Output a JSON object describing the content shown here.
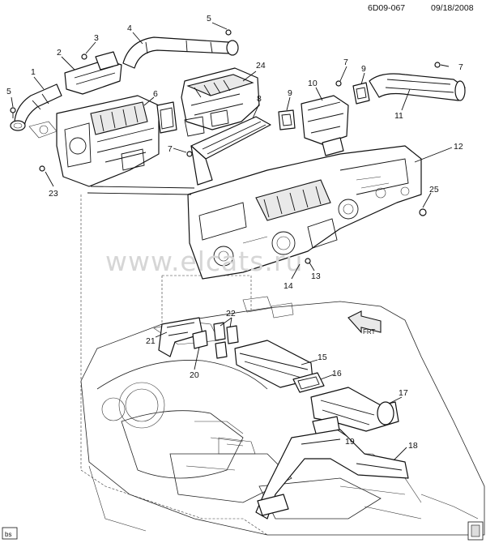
{
  "header": {
    "code": "6D09-067",
    "date": "09/18/2008"
  },
  "watermark": "www.elcats.ru",
  "corner_tag": "bs",
  "front_arrow_label": "FRT",
  "callouts": [
    "1",
    "2",
    "3",
    "4",
    "5",
    "5",
    "6",
    "7",
    "7",
    "7",
    "8",
    "9",
    "9",
    "10",
    "11",
    "12",
    "13",
    "14",
    "15",
    "16",
    "17",
    "18",
    "19",
    "20",
    "21",
    "22",
    "23",
    "24",
    "25"
  ]
}
